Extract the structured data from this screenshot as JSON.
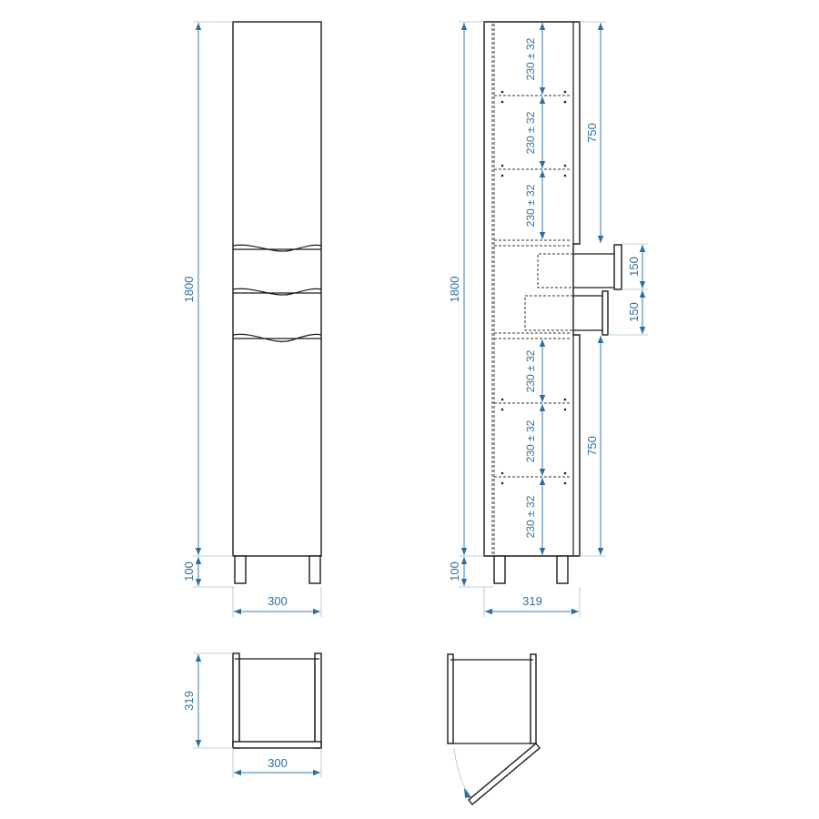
{
  "colors": {
    "dimension": "#3a7bb0",
    "outline": "#1a1a1a"
  },
  "front_view": {
    "height": "1800",
    "leg_height": "100",
    "width": "300"
  },
  "side_view": {
    "height": "1800",
    "leg_height": "100",
    "depth": "319",
    "upper_section": "750",
    "lower_section": "750",
    "drawers": [
      "150",
      "150"
    ],
    "shelf_spacing": [
      "230 ± 32",
      "230 ± 32",
      "230 ± 32",
      "230 ± 32",
      "230 ± 32",
      "230 ± 32"
    ]
  },
  "top_view_closed": {
    "depth": "319",
    "width": "300"
  }
}
